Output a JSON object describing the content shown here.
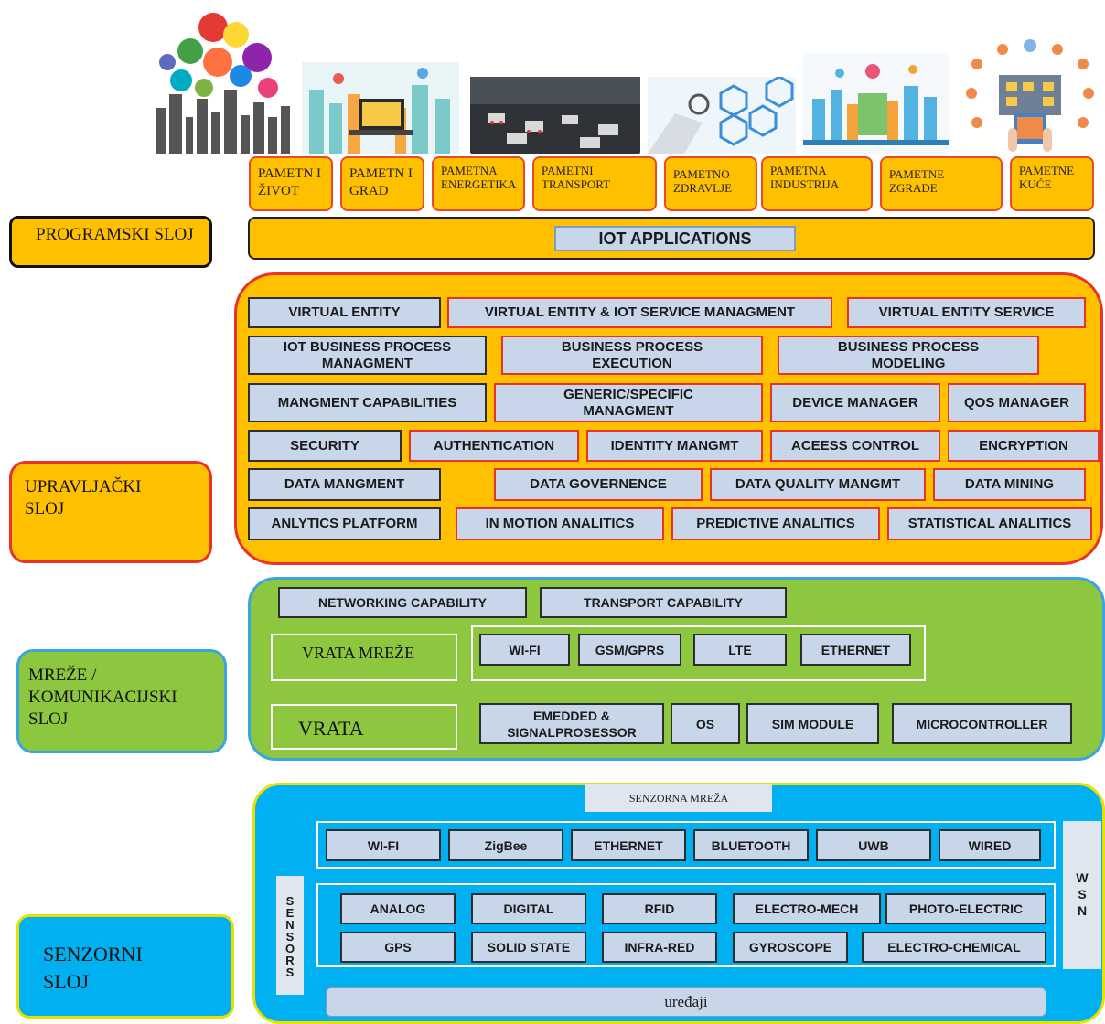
{
  "colors": {
    "app_orange": "#ffc000",
    "red": "#e8322a",
    "green": "#8dc63f",
    "blue": "#00b0f0",
    "box": "#c8d6ea"
  },
  "images": [
    "smart-life-image",
    "smart-city-image",
    "smart-transport-image",
    "smart-health-image",
    "smart-industry-image",
    "smart-home-image"
  ],
  "apps": [
    "PAMETN I ŽIVOT",
    "PAMETN I GRAD",
    "PAMETNA ENERGETIKA",
    "PAMETNI TRANSPORT",
    "PAMETNO ZDRAVLJE",
    "PAMETNA INDUSTRIJA",
    "PAMETNE ZGRADE",
    "PAMETNE KUĆE"
  ],
  "layers": {
    "application": {
      "label": "PROGRAMSKI SLOJ",
      "bar": "IOT APPLICATIONS"
    },
    "management": {
      "label": "UPRAVLJAČKI SLOJ",
      "boxes": [
        "VIRTUAL ENTITY",
        "VIRTUAL ENTITY & IOT SERVICE MANAGMENT",
        "VIRTUAL ENTITY SERVICE",
        "IOT BUSINESS PROCESS MANAGMENT",
        "BUSINESS PROCESS EXECUTION",
        "BUSINESS PROCESS MODELING",
        "MANGMENT CAPABILITIES",
        "GENERIC/SPECIFIC MANAGMENT",
        "DEVICE MANAGER",
        "QOS MANAGER",
        "SECURITY",
        "AUTHENTICATION",
        "IDENTITY MANGMT",
        "ACEESS CONTROL",
        "ENCRYPTION",
        "DATA MANGMENT",
        "DATA GOVERNENCE",
        "DATA QUALITY MANGMT",
        "DATA MINING",
        "ANLYTICS PLATFORM",
        "IN MOTION ANALITICS",
        "PREDICTIVE ANALITICS",
        "STATISTICAL ANALITICS"
      ]
    },
    "network": {
      "label": "MREŽE / KOMUNIKACIJSKI SLOJ",
      "capabilities": [
        "NETWORKING CAPABILITY",
        "TRANSPORT CAPABILITY"
      ],
      "gateway_network": "VRATA MREŽE",
      "protocols": [
        "WI-FI",
        "GSM/GPRS",
        "LTE",
        "ETHERNET"
      ],
      "gateway": "VRATA",
      "gateway_parts": [
        "EMEDDED & SIGNALPROSESSOR",
        "OS",
        "SIM MODULE",
        "MICROCONTROLLER"
      ]
    },
    "sensor": {
      "label": "SENZORNI SLOJ",
      "network_title": "SENZORNA MREŽA",
      "protocols": [
        "WI-FI",
        "ZigBee",
        "ETHERNET",
        "BLUETOOTH",
        "UWB",
        "WIRED"
      ],
      "sensors_label": "SENSORS",
      "sensor_types": [
        "ANALOG",
        "DIGITAL",
        "RFID",
        "ELECTRO-MECH",
        "PHOTO-ELECTRIC",
        "GPS",
        "SOLID STATE",
        "INFRA-RED",
        "GYROSCOPE",
        "ELECTRO-CHEMICAL"
      ],
      "wsn_label": "WSN",
      "devices": "uređaji"
    }
  }
}
